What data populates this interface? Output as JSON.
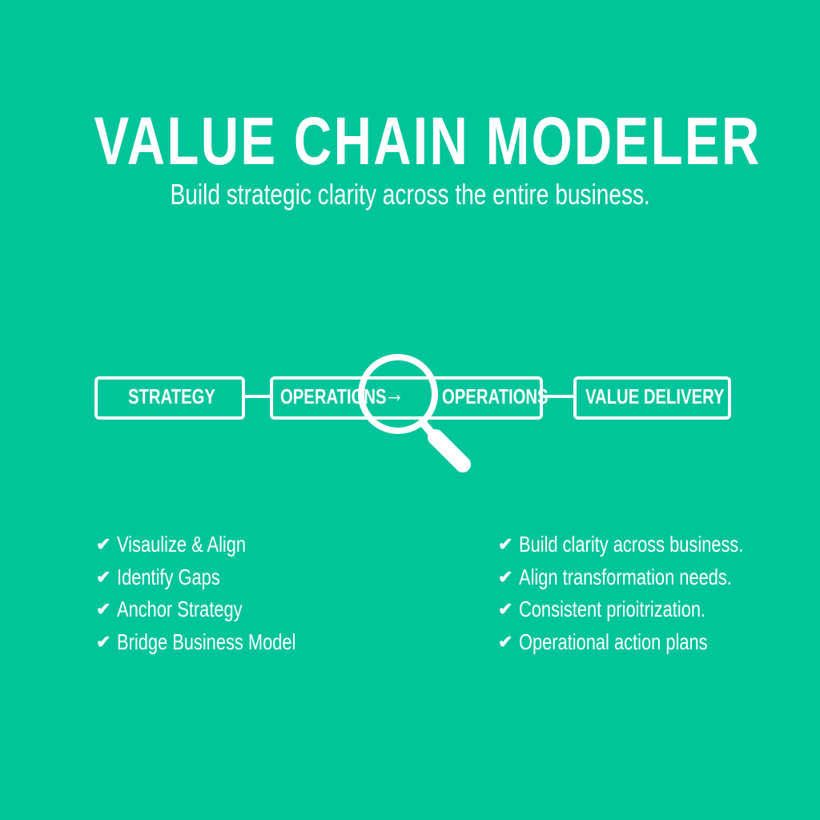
{
  "header": {
    "title": "VALUE CHAIN MODELER",
    "subtitle": "Build strategic clarity across the entire business."
  },
  "chain": {
    "stages": [
      "STRATEGY",
      "OPERATIONS",
      "→",
      "OPERATIONS",
      "VALUE DELIVERY"
    ],
    "icon": "magnifier-icon"
  },
  "left_list": [
    "Visaulize & Align",
    "Identify Gaps",
    "Anchor Strategy",
    "Bridge Business Model"
  ],
  "right_list": [
    "Build clarity across business.",
    "Align transformation needs.",
    "Consistent prioitrization.",
    "Operational action plans"
  ],
  "colors": {
    "background": "#00C49A",
    "foreground": "#FFFFFF"
  }
}
